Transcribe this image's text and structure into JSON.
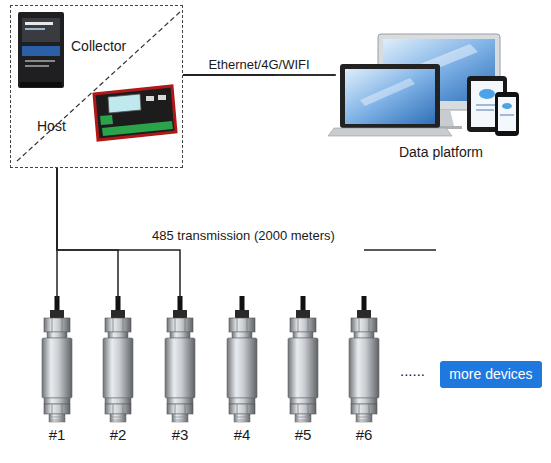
{
  "diagram": {
    "nodes": [
      {
        "text": [
          "Collector",
          "Host"
        ]
      },
      {
        "text": [
          "Data platform"
        ]
      },
      {
        "text": [
          "#1"
        ]
      },
      {
        "text": [
          "#2"
        ]
      },
      {
        "text": [
          "#3"
        ]
      },
      {
        "text": [
          "#4"
        ]
      },
      {
        "text": [
          "#5"
        ]
      },
      {
        "text": [
          "#6"
        ]
      },
      {
        "text": [
          "more devices"
        ]
      }
    ],
    "edges": [
      {
        "from": 0,
        "to": 1,
        "label": "Ethernet/4G/WIFI",
        "arrow": "none"
      },
      {
        "from": 0,
        "to": 2,
        "arrow": "none"
      },
      {
        "from": 0,
        "to": 3,
        "arrow": "none"
      },
      {
        "from": 0,
        "to": 4,
        "arrow": "none"
      },
      {
        "from": 0,
        "to": 5,
        "arrow": "none"
      },
      {
        "from": 0,
        "to": 6,
        "arrow": "none"
      },
      {
        "from": 0,
        "to": 7,
        "arrow": "none"
      }
    ],
    "labels": [
      "485 transmission (2000 meters)",
      "......"
    ]
  }
}
